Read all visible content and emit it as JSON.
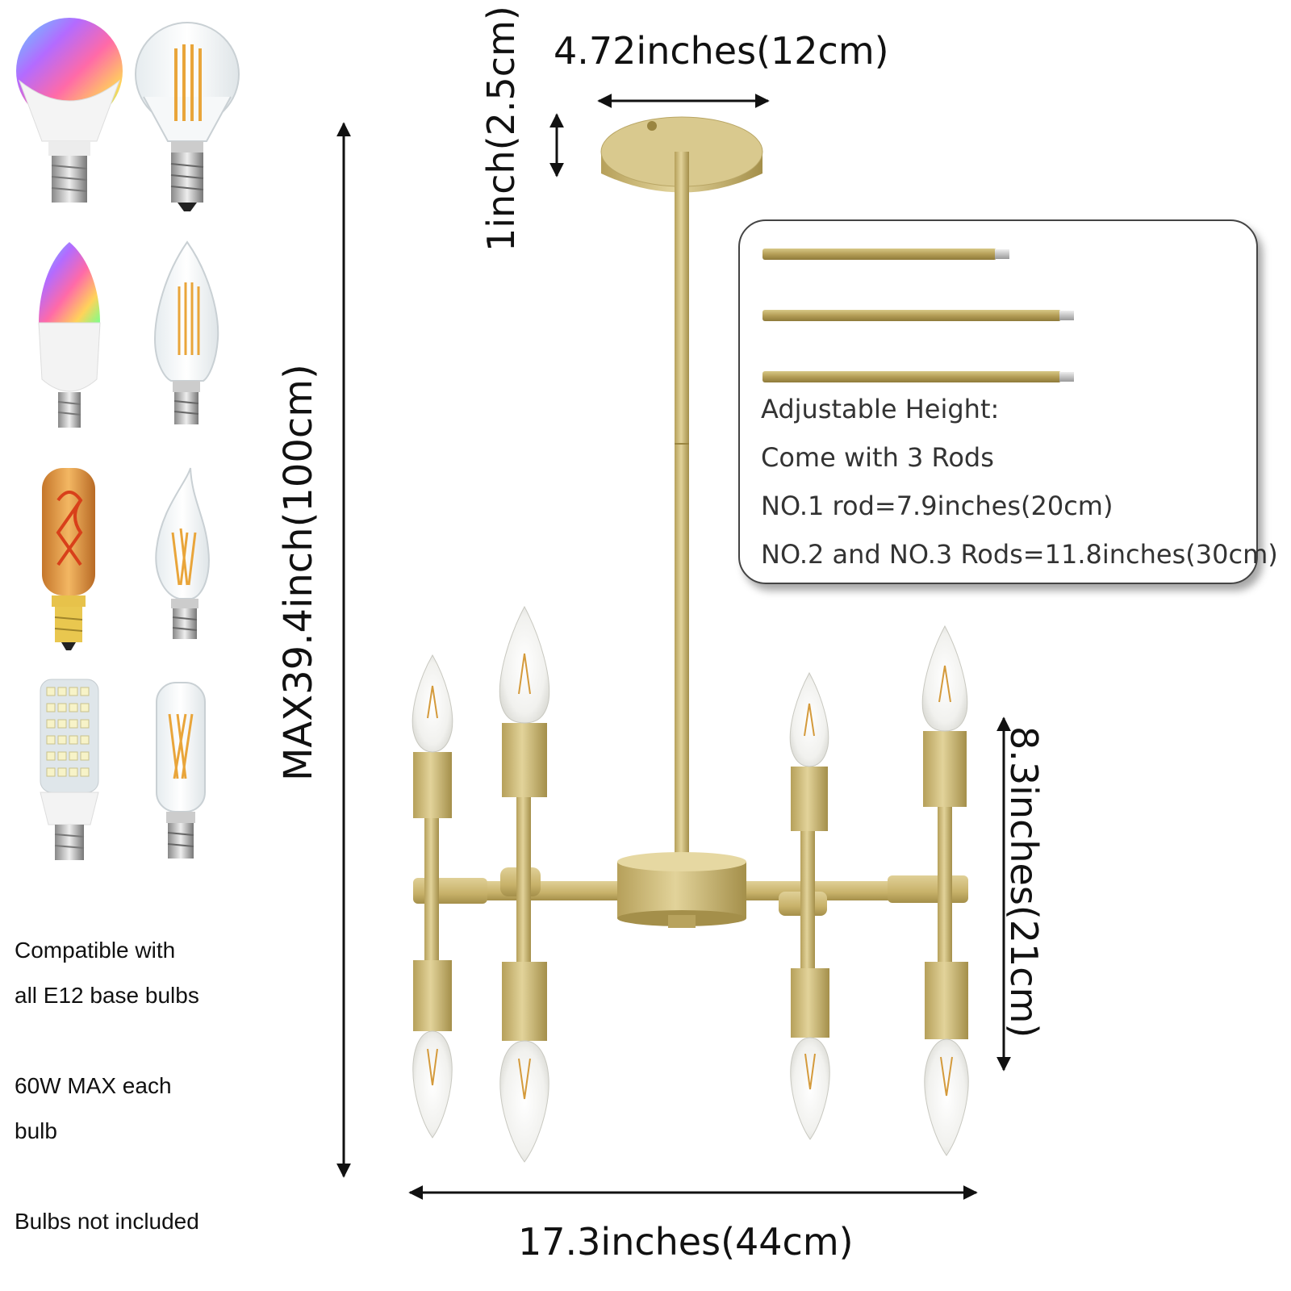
{
  "bulb_icons": [
    "rgb-globe-bulb-icon",
    "filament-globe-bulb-icon",
    "rgb-candle-bulb-icon",
    "filament-candle-bulb-icon",
    "amber-tube-bulb-icon",
    "flame-tip-bulb-icon",
    "led-corn-bulb-icon",
    "filament-tube-bulb-icon"
  ],
  "notes": {
    "compat_line1": "Compatible with",
    "compat_line2": "all E12 base bulbs",
    "wattage_line1": "60W MAX each",
    "wattage_line2": "bulb",
    "bulbs_note": "Bulbs not included"
  },
  "dimensions": {
    "canopy_width": "4.72inches(12cm)",
    "canopy_height": "1inch(2.5cm)",
    "max_height": "MAX39.4inch(100cm)",
    "fixture_height": "8.3inches(21cm)",
    "fixture_width": "17.3inches(44cm)"
  },
  "rods_panel": {
    "heading": "Adjustable Height:",
    "line1": "Come with 3 Rods",
    "line2": "NO.1 rod=7.9inches(20cm)",
    "line3": "NO.2 and NO.3 Rods=11.8inches(30cm)"
  },
  "colors": {
    "gold": "#c8b26a",
    "gold_dark": "#a48f4a",
    "text": "#111111"
  }
}
